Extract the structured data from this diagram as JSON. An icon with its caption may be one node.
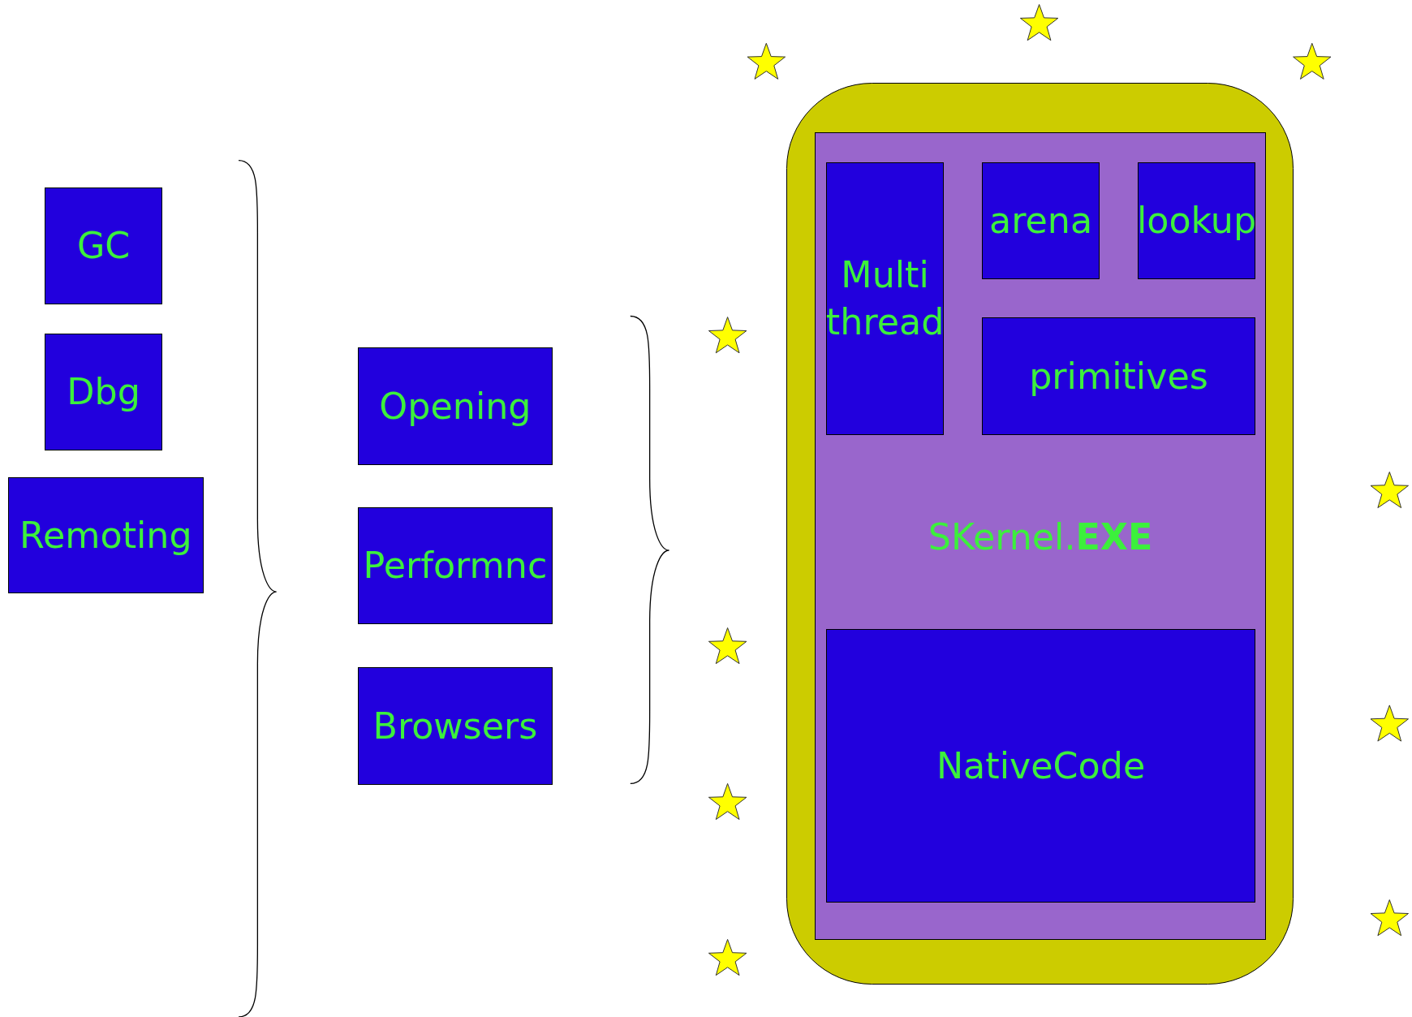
{
  "diagram": {
    "nodes": [
      {
        "text": [
          "GC"
        ]
      },
      {
        "text": [
          "Dbg"
        ]
      },
      {
        "text": [
          "Remoting"
        ]
      },
      {
        "text": [
          "Opening"
        ]
      },
      {
        "text": [
          "Performnc"
        ]
      },
      {
        "text": [
          "Browsers"
        ]
      },
      {
        "text": [],
        "shape": "box"
      },
      {
        "text": [
          "SKernel.**EXE**"
        ],
        "in": 6
      },
      {
        "text": [
          "Multi thread"
        ],
        "in": 7
      },
      {
        "text": [
          "arena"
        ],
        "in": 7
      },
      {
        "text": [
          "lookup"
        ],
        "in": 7
      },
      {
        "text": [
          "primitives"
        ],
        "in": 7
      },
      {
        "text": [
          "NativeCode"
        ],
        "in": 7
      }
    ],
    "edges": []
  }
}
